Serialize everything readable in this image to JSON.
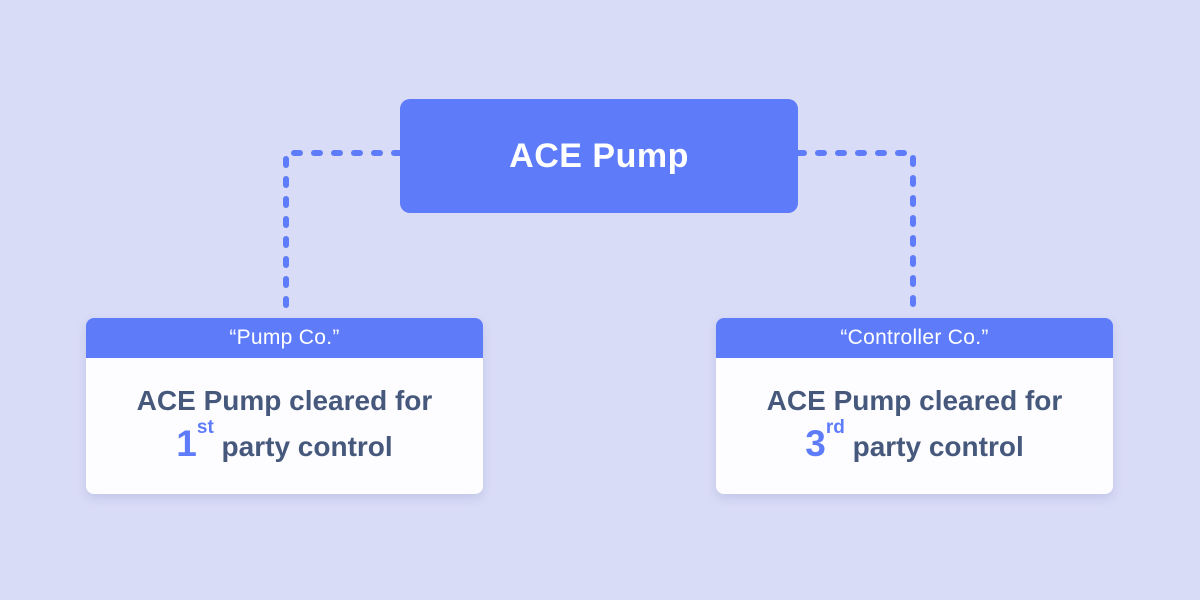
{
  "palette": {
    "background": "#d9dcf6",
    "primary_blue": "#5e7cfa",
    "card_body_bg": "#fdfdff",
    "dark_text": "#46597c",
    "accent_blue": "#5e7cfa",
    "label_white": "#ffffff"
  },
  "root": {
    "label": "ACE Pump"
  },
  "cards": [
    {
      "header": "“Pump Co.”",
      "body_line1": "ACE Pump cleared for",
      "ordinal_value": "1",
      "ordinal_suffix": "st",
      "body_line2_rest": " party control"
    },
    {
      "header": "“Controller Co.”",
      "body_line1": "ACE Pump cleared for",
      "ordinal_value": "3",
      "ordinal_suffix": "rd",
      "body_line2_rest": " party control"
    }
  ]
}
